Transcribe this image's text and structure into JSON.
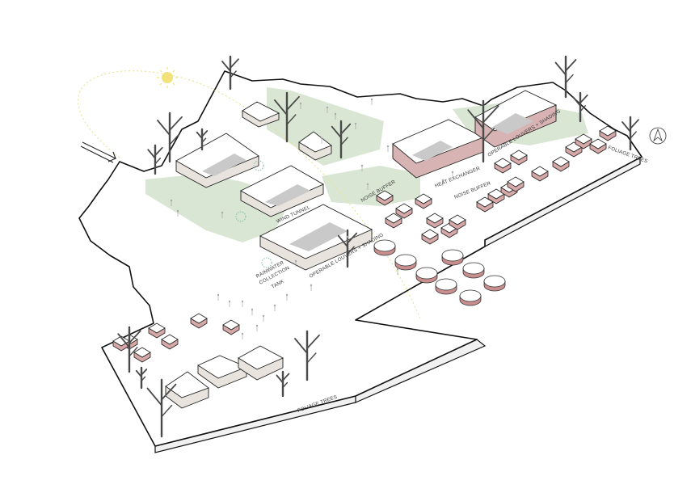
{
  "labels": {
    "wind_tunnel": "WIND TUNNEL",
    "noise_buffer_left": "NOISE BUFFER",
    "heat_exchanger": "HEAT EXCHANGER",
    "noise_buffer_right": "NOISE BUFFER",
    "operable_louvers_top": "OPERABLE LOUVERS + SHADING",
    "operable_louvers_mid": "OPERABLE LOUVERS + SHADING",
    "rainwater_line1": "RAINWATER",
    "rainwater_line2": "COLLECTION",
    "rainwater_line3": "TANK",
    "foliage_trees_right": "FOLIAGE TREES",
    "foliage_trees_bottom": "FOLIAGE TREES"
  },
  "icons": {
    "sun": "sun-icon",
    "wind_arrow": "wind-arrow-icon",
    "north_arrow": "north-arrow-icon"
  },
  "colors": {
    "vegetation": "#cfe0c8",
    "sun": "#f2e27a",
    "sun_path": "#e7e48f",
    "brick_accent": "#d6a8a8",
    "water_tank": "#7bb6a6"
  }
}
